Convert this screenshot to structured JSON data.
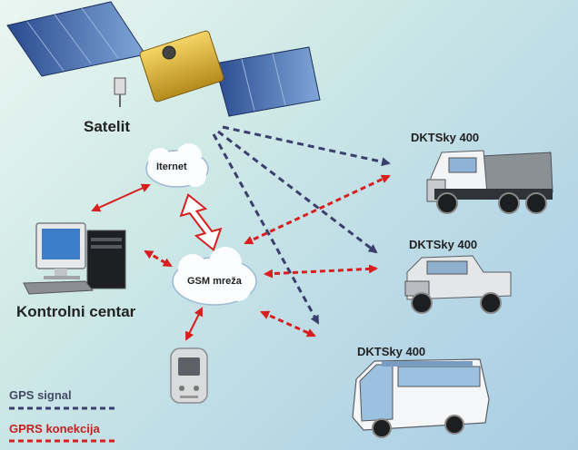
{
  "labels": {
    "satellite": "Satelit",
    "control_center": "Kontrolni centar",
    "internet": "Iternet",
    "gsm": "GSM mreža",
    "vehicle_truck": "DKTSky 400",
    "vehicle_pickup": "DKTSky 400",
    "vehicle_bus": "DKTSky 400"
  },
  "legend": {
    "gps": "GPS signal",
    "gprs": "GPRS konekcija"
  },
  "colors": {
    "gps_line": "#3b3f6e",
    "gprs_line": "#d81e1e"
  },
  "icons": [
    "satellite-icon",
    "computer-icon",
    "handheld-device-icon",
    "truck-icon",
    "pickup-icon",
    "bus-icon",
    "cloud-icon"
  ]
}
